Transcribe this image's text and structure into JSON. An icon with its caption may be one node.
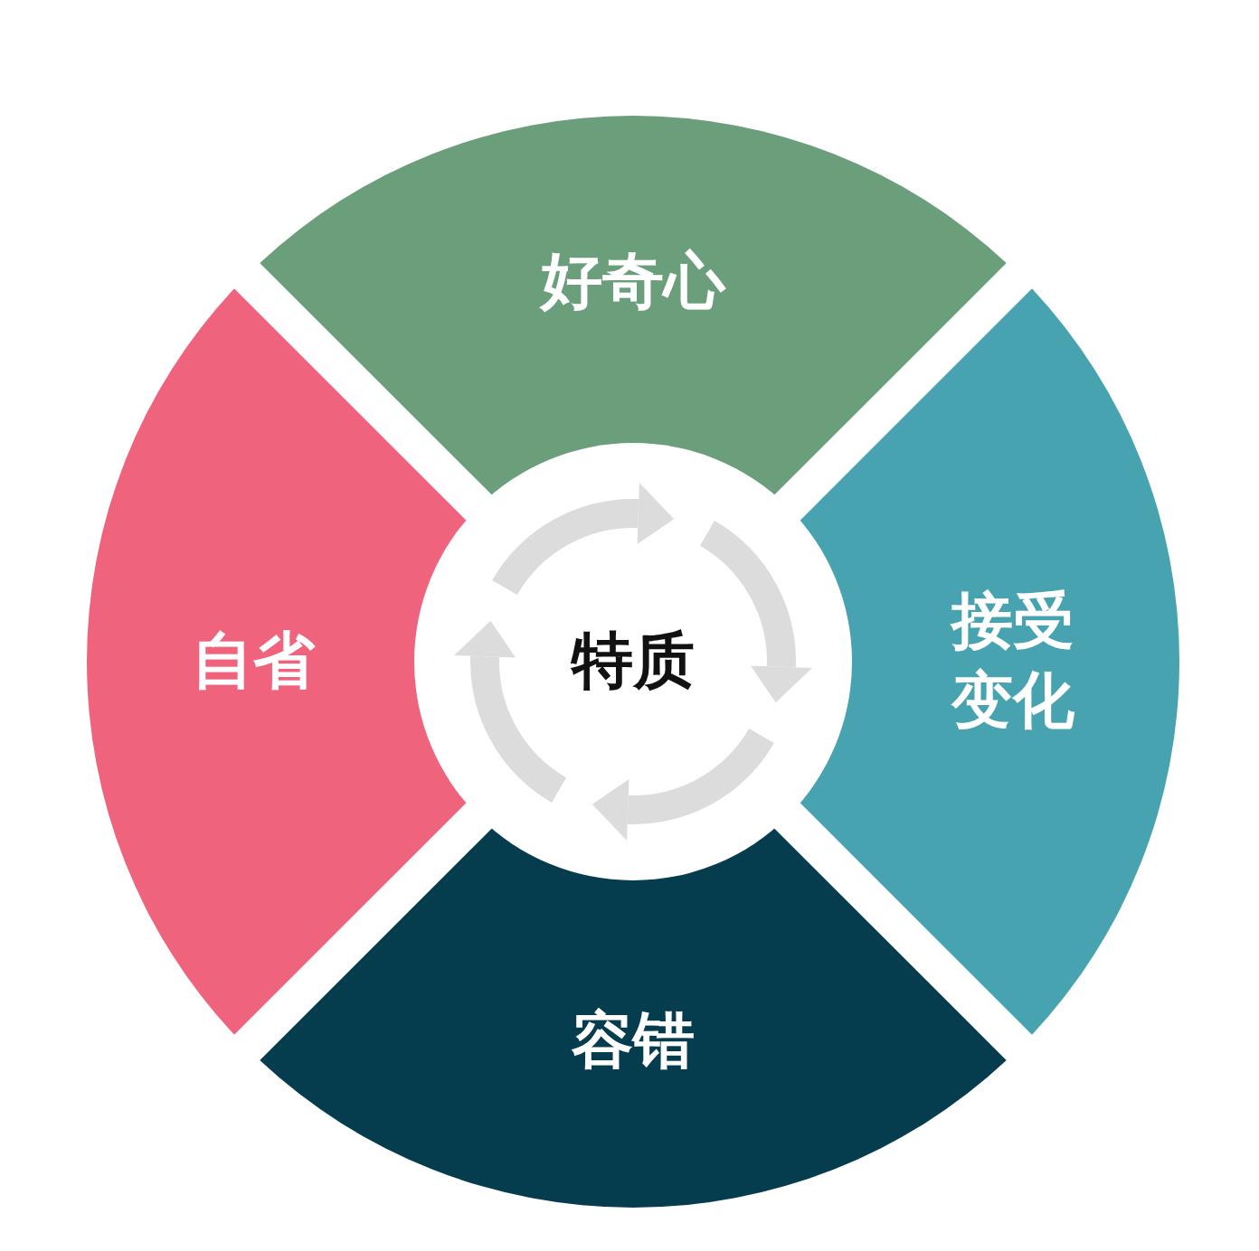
{
  "diagram": {
    "nodes": [
      {
        "text": [
          "特质"
        ]
      },
      {
        "text": [
          "好奇心"
        ]
      },
      {
        "text": [
          "接受变化"
        ]
      },
      {
        "text": [
          "容错"
        ]
      },
      {
        "text": [
          "自省"
        ]
      }
    ]
  }
}
